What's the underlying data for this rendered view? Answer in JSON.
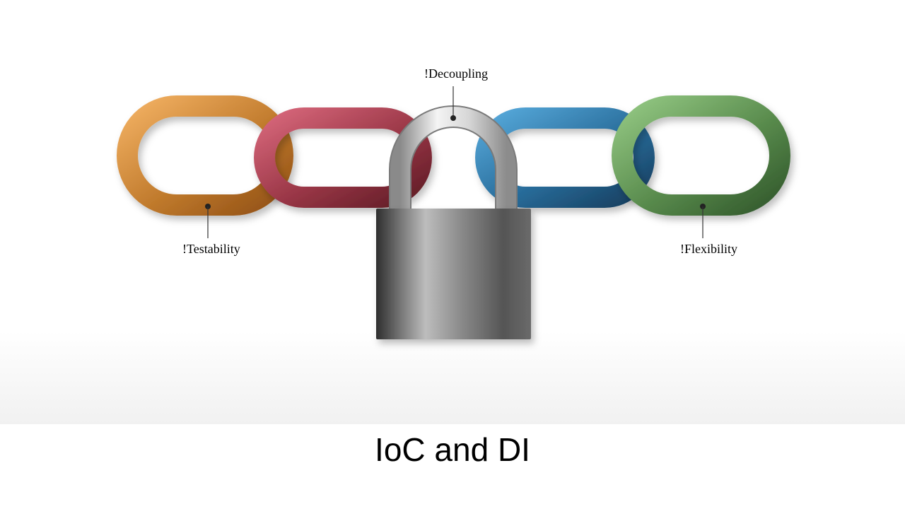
{
  "slide": {
    "title": "IoC and DI"
  },
  "diagram": {
    "links": [
      {
        "name": "orange-chain-link",
        "colors": [
          "#f7b267",
          "#c77a2a",
          "#8f4d12"
        ]
      },
      {
        "name": "red-chain-link",
        "colors": [
          "#dc6a7e",
          "#9a3848",
          "#5c1a22"
        ]
      },
      {
        "name": "blue-chain-link",
        "colors": [
          "#5aaee0",
          "#2a6f9e",
          "#163c5a"
        ]
      },
      {
        "name": "green-chain-link",
        "colors": [
          "#98cc88",
          "#5a8c4e",
          "#2e5428"
        ]
      }
    ],
    "padlock": {
      "colors": [
        "#2f2f2f",
        "#b9b9b9",
        "#4a4a4a"
      ]
    },
    "callouts": {
      "testability": "!Testability",
      "decoupling": "!Decoupling",
      "flexibility": "!Flexibility"
    }
  }
}
